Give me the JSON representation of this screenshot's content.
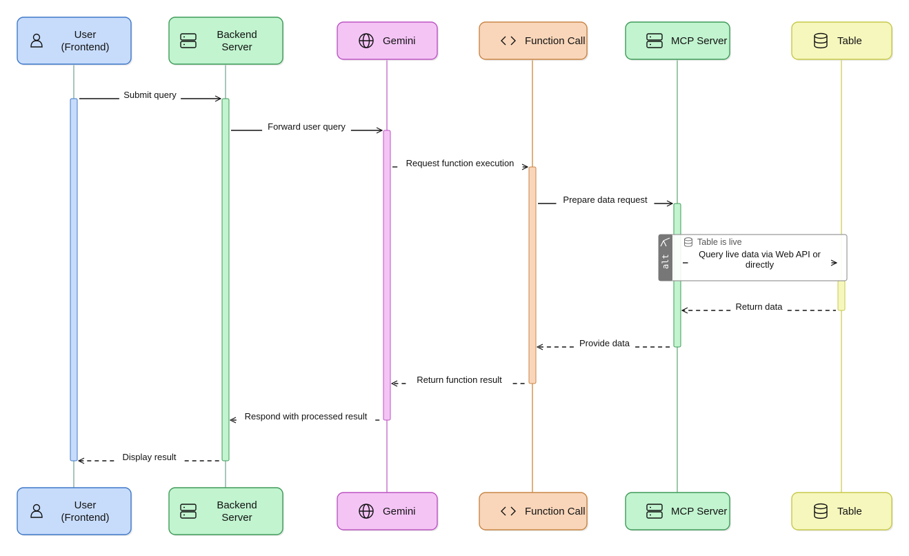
{
  "participants": [
    {
      "id": "user",
      "lines": [
        "User",
        "(Frontend)"
      ],
      "icon": "user-icon",
      "fill": "#c7dcfb",
      "stroke": "#3f78c9",
      "line": "#6ea08f"
    },
    {
      "id": "backend",
      "lines": [
        "Backend",
        "Server"
      ],
      "icon": "server-icon",
      "fill": "#c1f4cf",
      "stroke": "#3f9a58",
      "line": "#6ea08f"
    },
    {
      "id": "gemini",
      "lines": [
        "Gemini"
      ],
      "icon": "globe-icon",
      "fill": "#f4c4f5",
      "stroke": "#bb55c2",
      "line": "#bb55c2"
    },
    {
      "id": "function",
      "lines": [
        "Function Call"
      ],
      "icon": "code-icon",
      "fill": "#f9d6ba",
      "stroke": "#c98545",
      "line": "#c97d2a"
    },
    {
      "id": "mcp",
      "lines": [
        "MCP Server"
      ],
      "icon": "server-icon",
      "fill": "#c1f4cf",
      "stroke": "#3f9a58",
      "line": "#5aa46e"
    },
    {
      "id": "table",
      "lines": [
        "Table"
      ],
      "icon": "database-icon",
      "fill": "#f6f7bd",
      "stroke": "#c7c84a",
      "line": "#c7c84a"
    }
  ],
  "messages": [
    {
      "from": "user",
      "to": "backend",
      "label": "Submit query",
      "dashed": false
    },
    {
      "from": "backend",
      "to": "gemini",
      "label": "Forward user query",
      "dashed": false
    },
    {
      "from": "gemini",
      "to": "function",
      "label": "Request function execution",
      "dashed": false
    },
    {
      "from": "function",
      "to": "mcp",
      "label": "Prepare data request",
      "dashed": false
    },
    {
      "from": "mcp",
      "to": "table",
      "lines": [
        "Query live data via Web API or",
        "directly"
      ],
      "dashed": false
    },
    {
      "from": "table",
      "to": "mcp",
      "label": "Return data",
      "dashed": true
    },
    {
      "from": "mcp",
      "to": "function",
      "label": "Provide data",
      "dashed": true
    },
    {
      "from": "function",
      "to": "gemini",
      "label": "Return function result",
      "dashed": true
    },
    {
      "from": "gemini",
      "to": "backend",
      "label": "Respond with processed result",
      "dashed": true
    },
    {
      "from": "backend",
      "to": "user",
      "label": "Display result",
      "dashed": true
    }
  ],
  "alt_block": {
    "tag": "alt",
    "condition": "Table is live",
    "icon": "database-icon"
  }
}
